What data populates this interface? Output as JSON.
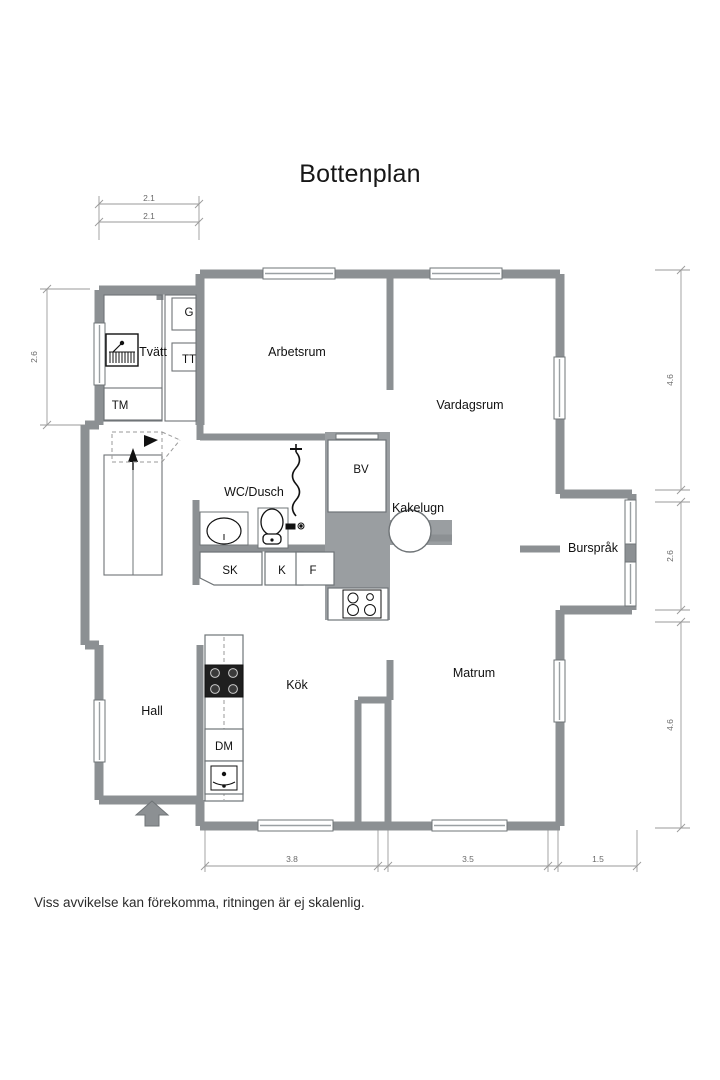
{
  "page": {
    "title": "Bottenplan",
    "caption": "Viss avvikelse kan förekomma, ritningen är ej skalenlig.",
    "wall_color": "#8c9093",
    "wall_stroke": "#6f7477",
    "fill_color": "#9a9ea1",
    "dimension_color": "#9a9a9a",
    "text_color": "#111111"
  },
  "rooms": [
    {
      "id": "tvatt",
      "label": "Tvätt"
    },
    {
      "id": "arbetsrum",
      "label": "Arbetsrum"
    },
    {
      "id": "vardagsrum",
      "label": "Vardagsrum"
    },
    {
      "id": "wc_dusch",
      "label": "WC/Dusch"
    },
    {
      "id": "kakelugn",
      "label": "Kakelugn"
    },
    {
      "id": "burspak",
      "label": "Burspråk"
    },
    {
      "id": "hall",
      "label": "Hall"
    },
    {
      "id": "kok",
      "label": "Kök"
    },
    {
      "id": "matrum",
      "label": "Matrum"
    }
  ],
  "appliances": [
    {
      "id": "tm",
      "label": "TM"
    },
    {
      "id": "g",
      "label": "G"
    },
    {
      "id": "tt",
      "label": "TT"
    },
    {
      "id": "bv",
      "label": "BV"
    },
    {
      "id": "sk",
      "label": "SK"
    },
    {
      "id": "k",
      "label": "K"
    },
    {
      "id": "f",
      "label": "F"
    },
    {
      "id": "dm",
      "label": "DM"
    }
  ],
  "dimensions": {
    "top": [
      {
        "id": "top-outer",
        "value": "2.1"
      },
      {
        "id": "top-inner",
        "value": "2.1"
      }
    ],
    "left": [
      {
        "id": "left-1",
        "value": "2.6"
      }
    ],
    "right": [
      {
        "id": "right-1",
        "value": "4.6"
      },
      {
        "id": "right-2",
        "value": "2.6"
      },
      {
        "id": "right-3",
        "value": "4.6"
      }
    ],
    "bottom": [
      {
        "id": "bottom-1",
        "value": "3.8"
      },
      {
        "id": "bottom-2",
        "value": "3.5"
      },
      {
        "id": "bottom-3",
        "value": "1.5"
      }
    ]
  }
}
